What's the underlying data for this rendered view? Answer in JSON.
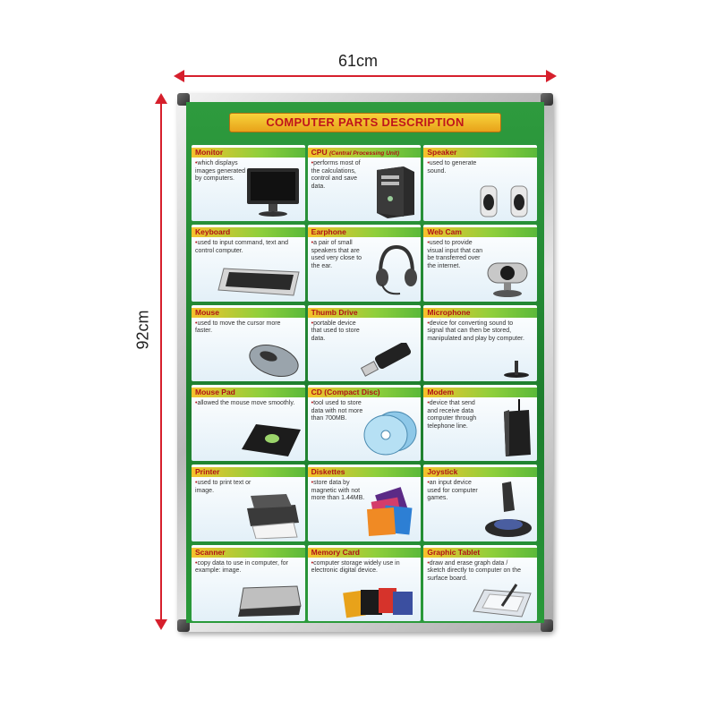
{
  "dimensions": {
    "width_label": "61cm",
    "height_label": "92cm"
  },
  "poster": {
    "title": "COMPUTER PARTS DESCRIPTION",
    "items": [
      {
        "name": "Monitor",
        "sub": "",
        "desc": "which displays images generated by computers.",
        "icon": "monitor-icon"
      },
      {
        "name": "CPU",
        "sub": "(Central Processing Unit)",
        "desc": "performs most of the calculations, control and save data.",
        "icon": "cpu-tower-icon"
      },
      {
        "name": "Speaker",
        "sub": "",
        "desc": "used to generate sound.",
        "icon": "speaker-icon"
      },
      {
        "name": "Keyboard",
        "sub": "",
        "desc": "used to input command, text and control computer.",
        "icon": "keyboard-icon"
      },
      {
        "name": "Earphone",
        "sub": "",
        "desc": "a pair of small speakers that are used very close to the ear.",
        "icon": "headset-icon"
      },
      {
        "name": "Web Cam",
        "sub": "",
        "desc": "used to provide visual input that can be transferred over the internet.",
        "icon": "webcam-icon"
      },
      {
        "name": "Mouse",
        "sub": "",
        "desc": "used to move the cursor more faster.",
        "icon": "mouse-icon"
      },
      {
        "name": "Thumb Drive",
        "sub": "",
        "desc": "portable device that used to store data.",
        "icon": "usb-drive-icon"
      },
      {
        "name": "Microphone",
        "sub": "",
        "desc": "device for converting sound to signal that can then be stored, manipulated and play by computer.",
        "icon": "microphone-icon"
      },
      {
        "name": "Mouse Pad",
        "sub": "",
        "desc": "allowed the mouse move smoothly.",
        "icon": "mouse-pad-icon"
      },
      {
        "name": "CD (Compact Disc)",
        "sub": "",
        "desc": "tool used to store data with not more than 700MB.",
        "icon": "cd-icon"
      },
      {
        "name": "Modem",
        "sub": "",
        "desc": "device that send and receive data computer through telephone line.",
        "icon": "modem-icon"
      },
      {
        "name": "Printer",
        "sub": "",
        "desc": "used to print text or image.",
        "icon": "printer-icon"
      },
      {
        "name": "Diskettes",
        "sub": "",
        "desc": "store data by magnetic with not more than 1.44MB.",
        "icon": "diskette-icon"
      },
      {
        "name": "Joystick",
        "sub": "",
        "desc": "an input device used for computer games.",
        "icon": "joystick-icon"
      },
      {
        "name": "Scanner",
        "sub": "",
        "desc": "copy data to use in computer, for example: image.",
        "icon": "scanner-icon"
      },
      {
        "name": "Memory Card",
        "sub": "",
        "desc": "computer storage widely use in electronic digital device.",
        "icon": "memory-card-icon"
      },
      {
        "name": "Graphic Tablet",
        "sub": "",
        "desc": "draw and erase graph data / sketch directly to computer on the surface board.",
        "icon": "graphic-tablet-icon"
      }
    ]
  }
}
